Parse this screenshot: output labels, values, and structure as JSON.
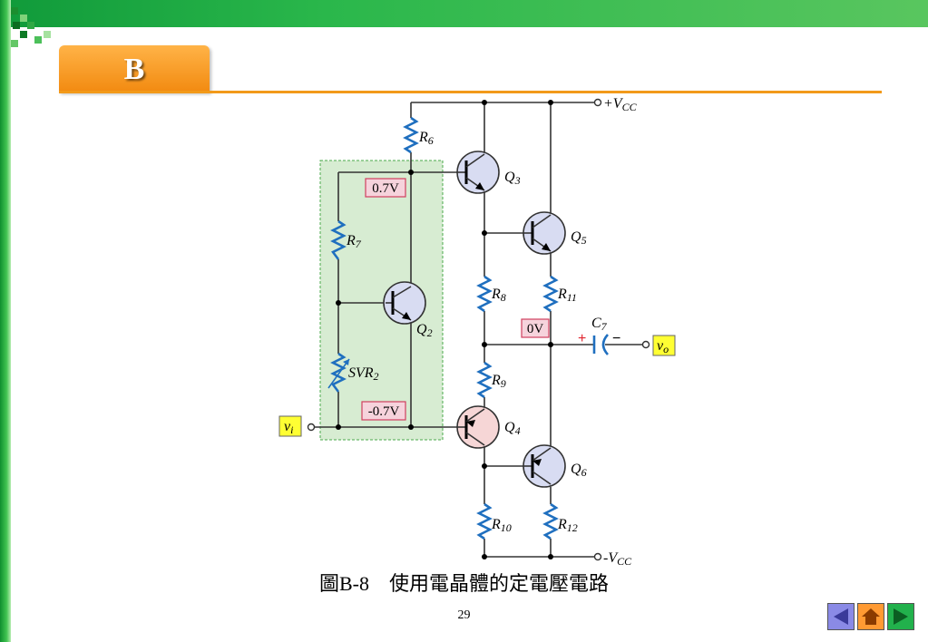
{
  "header": {
    "section_letter": "B"
  },
  "diagram": {
    "supply_top": "+V",
    "supply_top_sub": "CC",
    "supply_bottom": "-V",
    "supply_bottom_sub": "CC",
    "transistors": [
      {
        "name": "Q",
        "sub": "3"
      },
      {
        "name": "Q",
        "sub": "5"
      },
      {
        "name": "Q",
        "sub": "2"
      },
      {
        "name": "Q",
        "sub": "4"
      },
      {
        "name": "Q",
        "sub": "6"
      }
    ],
    "resistors": [
      {
        "name": "R",
        "sub": "6"
      },
      {
        "name": "R",
        "sub": "7"
      },
      {
        "name": "SVR",
        "sub": "2"
      },
      {
        "name": "R",
        "sub": "8"
      },
      {
        "name": "R",
        "sub": "9"
      },
      {
        "name": "R",
        "sub": "10"
      },
      {
        "name": "R",
        "sub": "11"
      },
      {
        "name": "R",
        "sub": "12"
      }
    ],
    "capacitor": {
      "name": "C",
      "sub": "7",
      "plus": "+",
      "minus": "−"
    },
    "voltage_tags": [
      "0.7V",
      "0V",
      "-0.7V"
    ],
    "input": {
      "name": "v",
      "sub": "i"
    },
    "output": {
      "name": "v",
      "sub": "o"
    },
    "colors": {
      "wire": "#333333",
      "resistor": "#1f6fbf",
      "transistor_fill": "#d8dcf2",
      "q4_fill": "#f6d6d6",
      "bias_region": "#d7ecd2",
      "tag_fill": "#f6d3dc",
      "tag_border": "#d0405f",
      "io_tag_fill": "#ffff33"
    }
  },
  "caption": "圖B-8　使用電晶體的定電壓電路",
  "page_number": "29",
  "nav": {
    "prev_color": "#8a8ae6",
    "home_color": "#ff9a33",
    "next_color": "#22b14c"
  }
}
